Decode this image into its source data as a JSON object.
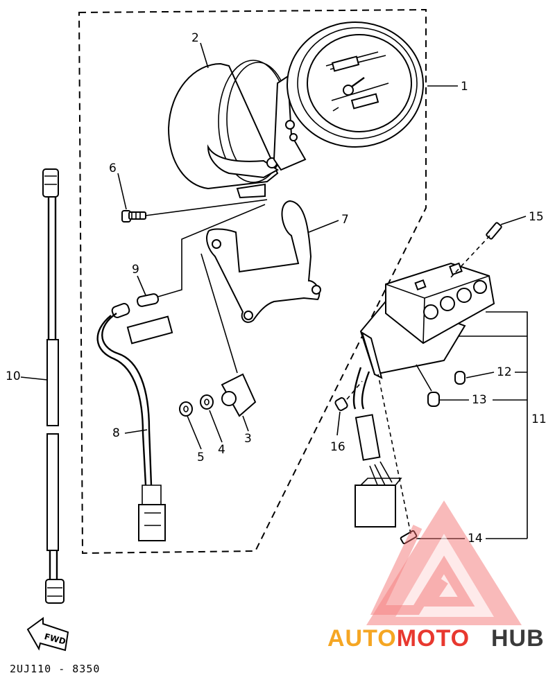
{
  "parts": [
    {
      "id": "1",
      "label": "1"
    },
    {
      "id": "2",
      "label": "2"
    },
    {
      "id": "3",
      "label": "3"
    },
    {
      "id": "4",
      "label": "4"
    },
    {
      "id": "5",
      "label": "5"
    },
    {
      "id": "6",
      "label": "6"
    },
    {
      "id": "7",
      "label": "7"
    },
    {
      "id": "8",
      "label": "8"
    },
    {
      "id": "9",
      "label": "9"
    },
    {
      "id": "10",
      "label": "10"
    },
    {
      "id": "11",
      "label": "11"
    },
    {
      "id": "12",
      "label": "12"
    },
    {
      "id": "13",
      "label": "13"
    },
    {
      "id": "14",
      "label": "14"
    },
    {
      "id": "15",
      "label": "15"
    },
    {
      "id": "16",
      "label": "16"
    }
  ],
  "direction_label": "FWD",
  "diagram_code": "2UJ110 - 8350",
  "watermark": {
    "text_part1": "AUTOMOTO",
    "text_part2": "HUB",
    "color_orange": "#f5a623",
    "color_red": "#e8382f",
    "color_dark": "#3a3a3a",
    "logo_color": "#f26b6b"
  }
}
